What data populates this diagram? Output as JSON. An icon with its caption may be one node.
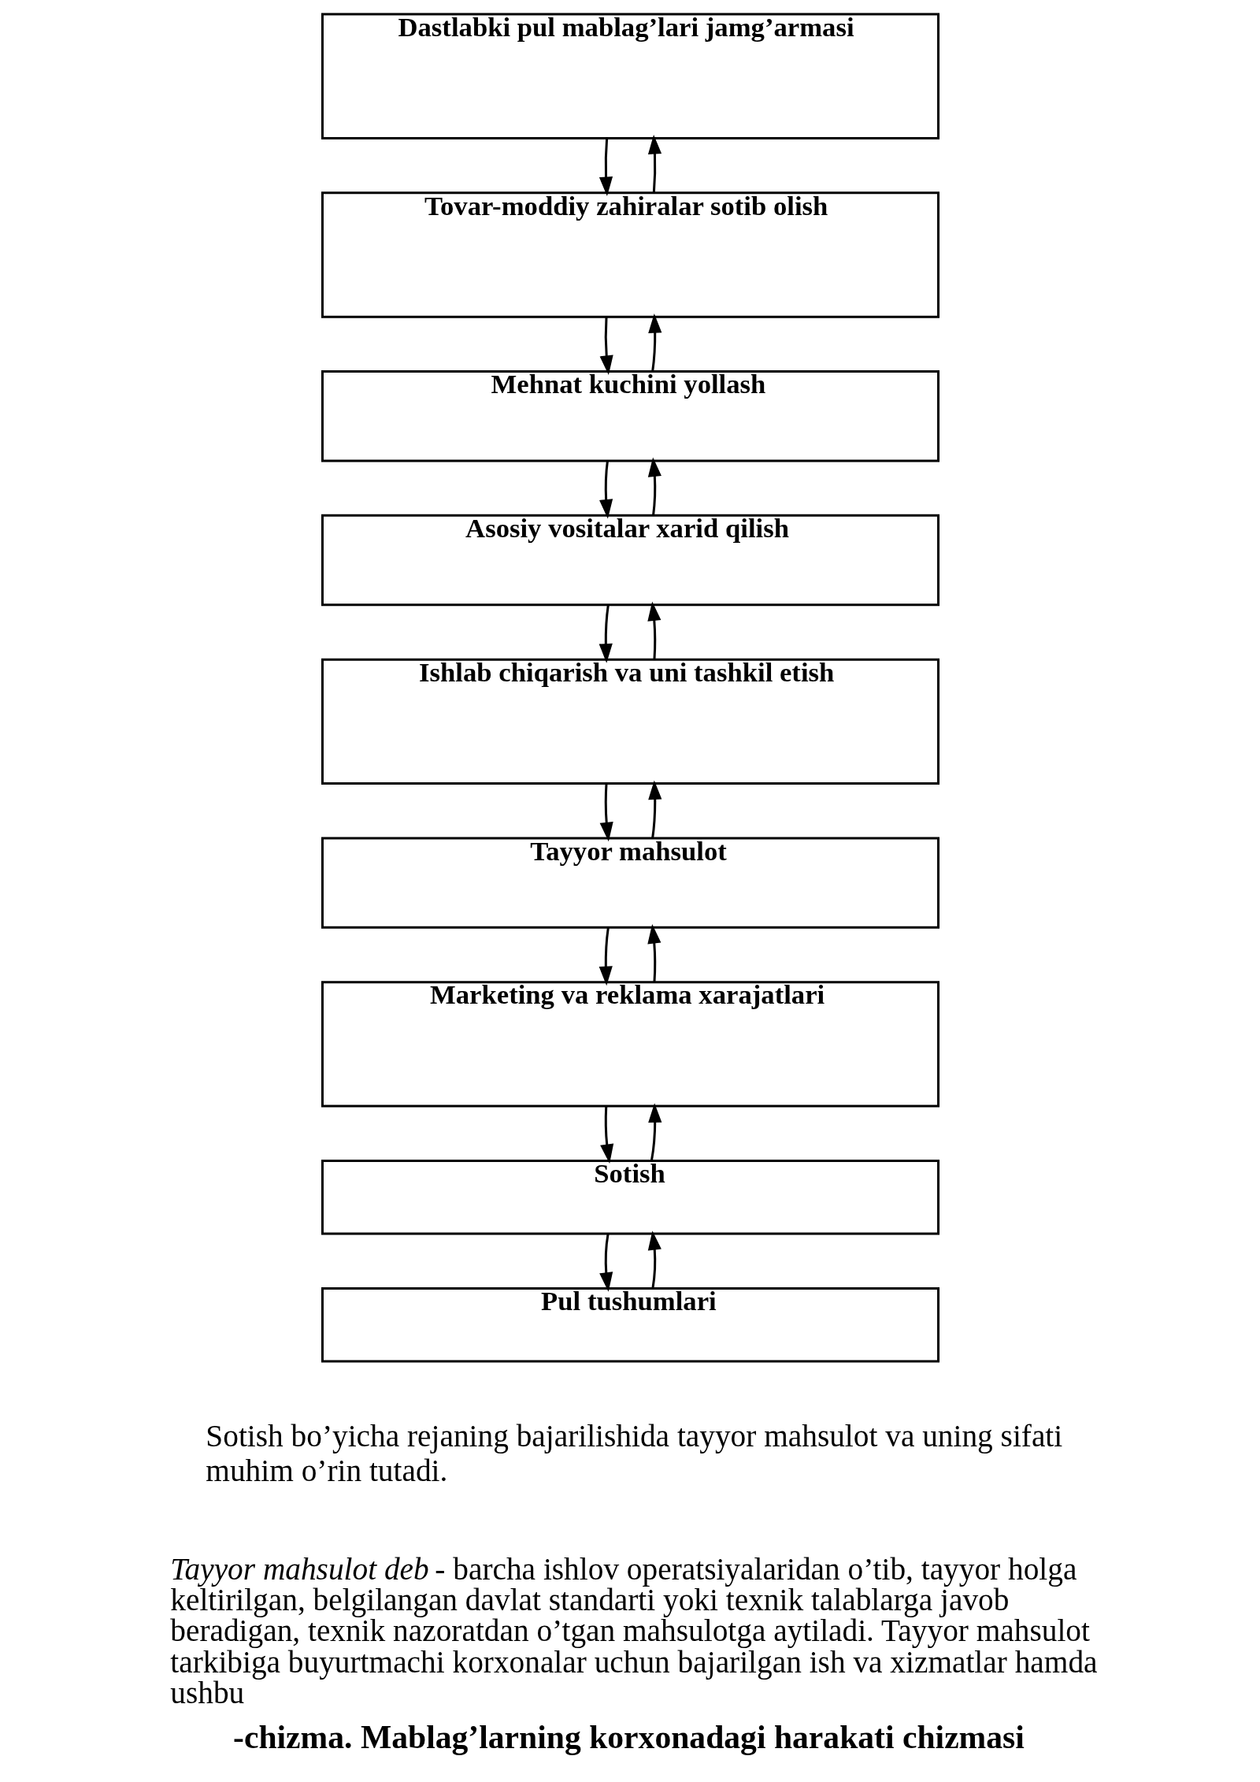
{
  "diagram": {
    "caption": "-chizma. Mablag’larning korxonadagi harakati chizmasi",
    "nodes": [
      {
        "text": [
          "Dastlabki pul mablag’lari jamg’armasi"
        ]
      },
      {
        "text": [
          "Tovar-moddiy zahiralar sotib olish"
        ]
      },
      {
        "text": [
          "Mehnat kuchini yollash"
        ]
      },
      {
        "text": [
          "Asosiy vositalar xarid qilish"
        ]
      },
      {
        "text": [
          "Ishlab chiqarish va uni tashkil etish"
        ]
      },
      {
        "text": [
          "Tayyor mahsulot"
        ]
      },
      {
        "text": [
          "Marketing va reklama xarajatlari"
        ]
      },
      {
        "text": [
          "Sotish"
        ]
      },
      {
        "text": [
          "Pul tushumlari"
        ]
      }
    ],
    "edges": [
      {
        "from": 0,
        "to": 1,
        "arrow": "to"
      },
      {
        "from": 1,
        "to": 0,
        "arrow": "to"
      },
      {
        "from": 1,
        "to": 2,
        "arrow": "to"
      },
      {
        "from": 2,
        "to": 1,
        "arrow": "to"
      },
      {
        "from": 2,
        "to": 3,
        "arrow": "to"
      },
      {
        "from": 3,
        "to": 2,
        "arrow": "to"
      },
      {
        "from": 3,
        "to": 4,
        "arrow": "to"
      },
      {
        "from": 4,
        "to": 3,
        "arrow": "to"
      },
      {
        "from": 4,
        "to": 5,
        "arrow": "to"
      },
      {
        "from": 5,
        "to": 4,
        "arrow": "to"
      },
      {
        "from": 5,
        "to": 6,
        "arrow": "to"
      },
      {
        "from": 6,
        "to": 5,
        "arrow": "to"
      },
      {
        "from": 6,
        "to": 7,
        "arrow": "to"
      },
      {
        "from": 7,
        "to": 6,
        "arrow": "to"
      },
      {
        "from": 7,
        "to": 8,
        "arrow": "to"
      },
      {
        "from": 8,
        "to": 7,
        "arrow": "to"
      }
    ],
    "labels": [
      "Sotish bo’yicha rejaning bajarilishida tayyor mahsulot va uning sifati muhim o’rin tutadi.",
      "*Tayyor mahsulot deb* - barcha ishlov operatsiyalaridan o’tib, tayyor holga keltirilgan, belgilangan davlat standarti yoki texnik talablarga javob beradigan, texnik nazoratdan o’tgan mahsulotga aytiladi. Tayyor mahsulot tarkibiga buyurtmachi korxonalar uchun bajarilgan ish va xizmatlar hamda ushbu"
    ]
  }
}
